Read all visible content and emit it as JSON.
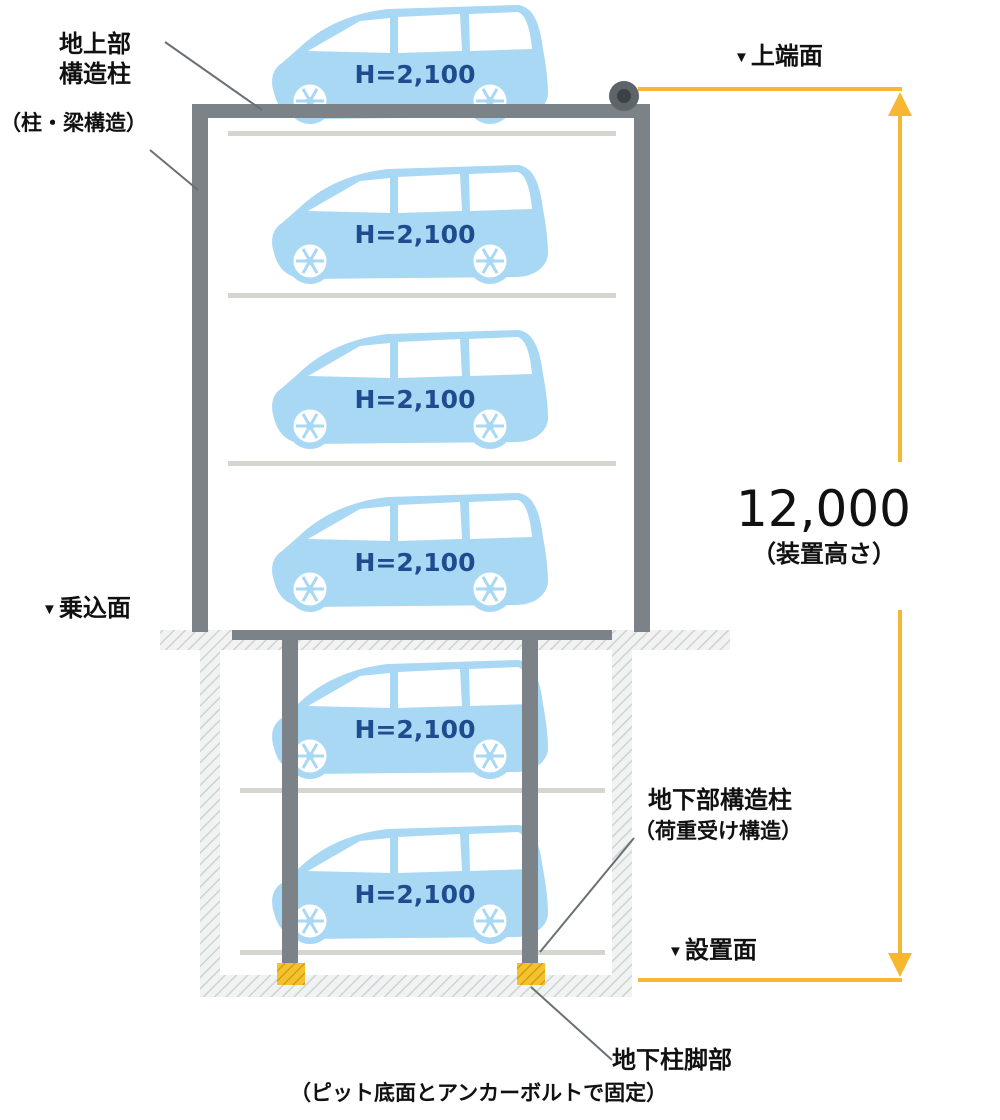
{
  "colors": {
    "car_body": "#a9d8f5",
    "car_window": "#ffffff",
    "car_label": "#1f4b8f",
    "steel": "#7b8288",
    "ground_hatch": "#cfd2d4",
    "deck": "#d4d6d0",
    "dimension": "#f7b733",
    "footing": "#f5c12c"
  },
  "labels": {
    "above_column_line1": "地上部",
    "above_column_line2": "構造柱",
    "above_column_line3": "（柱・梁構造）",
    "top_surface": "上端面",
    "entry_level": "乗込面",
    "install_surface": "設置面",
    "below_column_line1": "地下部構造柱",
    "below_column_line2": "（荷重受け構造）",
    "footing_line1": "地下柱脚部",
    "footing_line2": "（ピット底面とアンカーボルトで固定）"
  },
  "dimension": {
    "value": "12,000",
    "caption": "（装置高さ）"
  },
  "level_marker_icon": "down-triangle-icon",
  "cars": [
    {
      "label": "H=2,100"
    },
    {
      "label": "H=2,100"
    },
    {
      "label": "H=2,100"
    },
    {
      "label": "H=2,100"
    },
    {
      "label": "H=2,100"
    },
    {
      "label": "H=2,100"
    }
  ]
}
